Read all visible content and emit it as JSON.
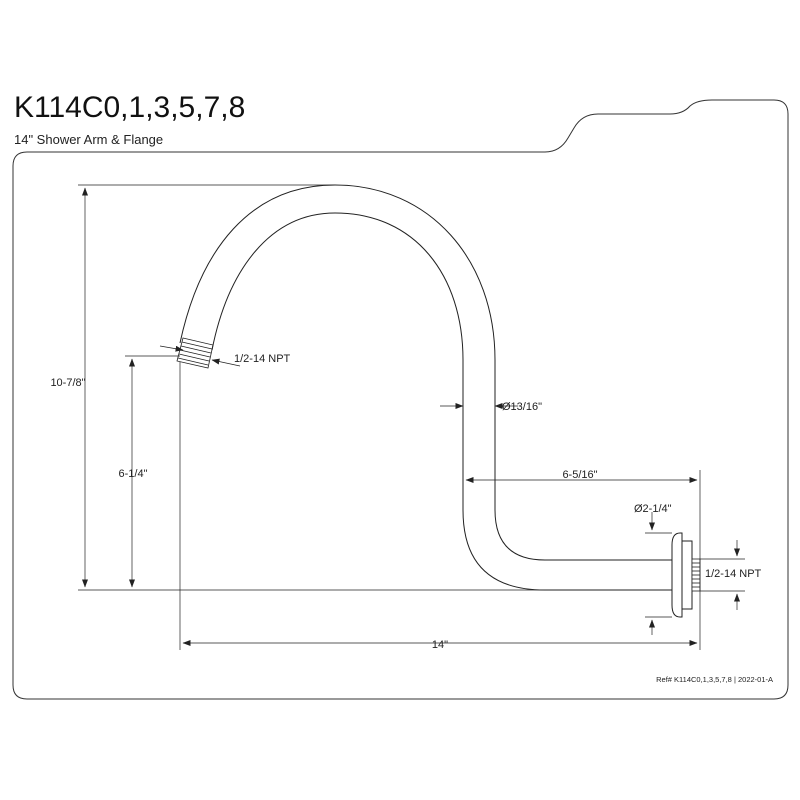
{
  "header": {
    "model": "K114C0,1,3,5,7,8",
    "description": "14\" Shower Arm & Flange"
  },
  "dimensions": {
    "overall_height": "10-7/8\"",
    "inlet_height": "6-1/4\"",
    "inlet_thread": "1/2-14 NPT",
    "pipe_diameter": "Ø13/16\"",
    "offset": "6-5/16\"",
    "flange_diameter": "Ø2-1/4\"",
    "outlet_thread": "1/2-14 NPT",
    "overall_length": "14\""
  },
  "footer": {
    "ref": "Ref# K114C0,1,3,5,7,8 | 2022-01-A"
  },
  "colors": {
    "line": "#222222",
    "frame": "#333333"
  }
}
